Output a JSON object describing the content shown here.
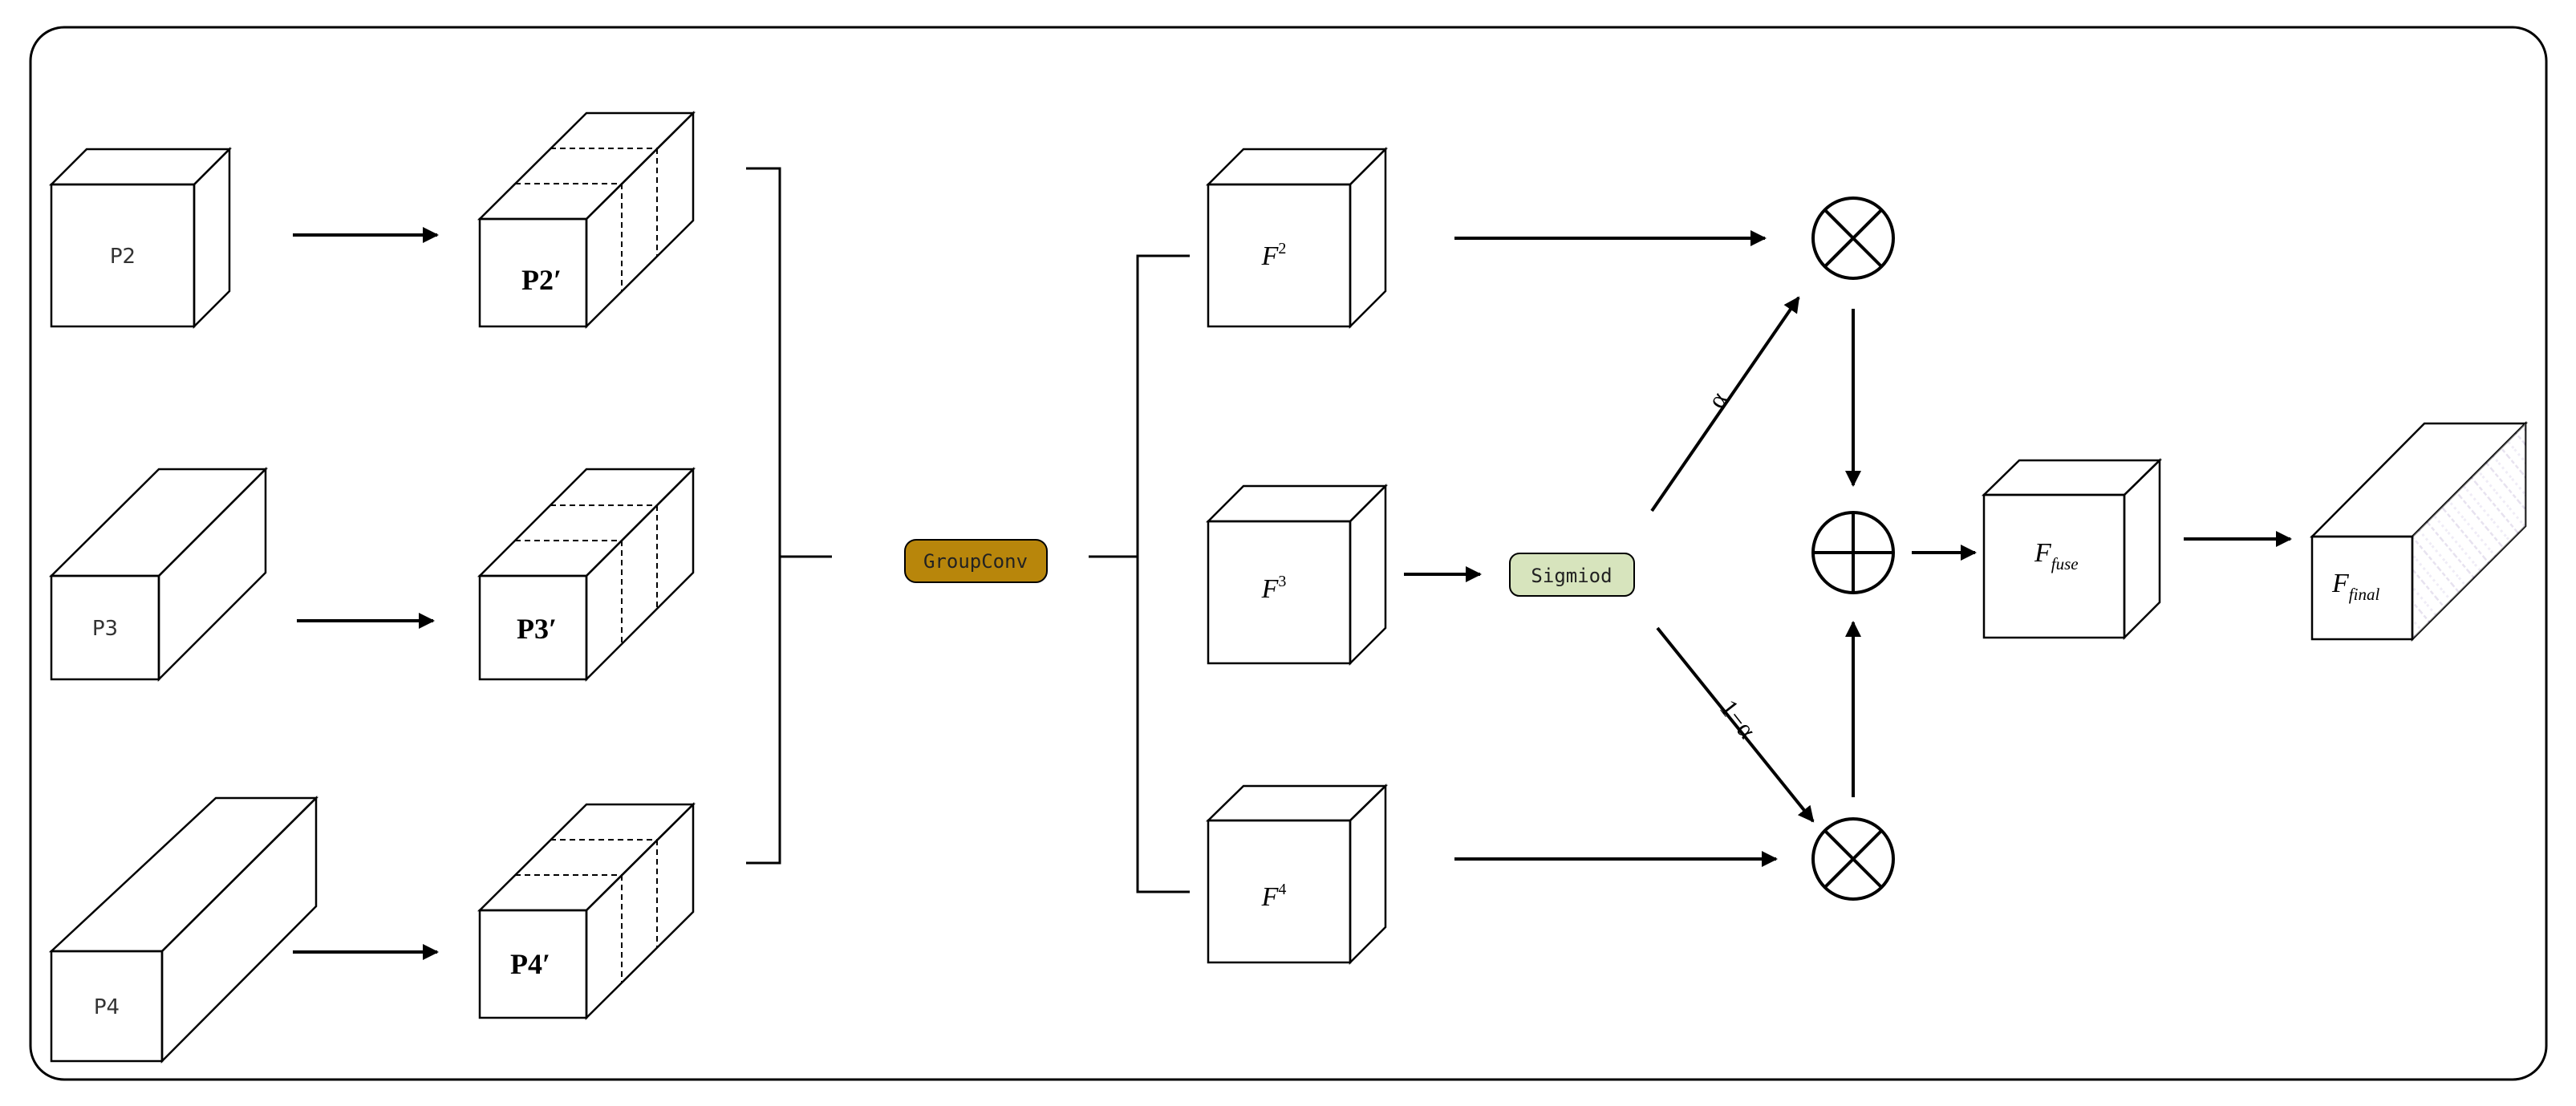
{
  "colors": {
    "green_front": "#c3d69b",
    "green_top": "#d7e4bd",
    "green_side": "#77933c",
    "green_dark_front": "#9bbb59",
    "purple_front": "#ccc1da",
    "purple_top": "#e6e0ec",
    "purple_side": "#b3a2c7",
    "blue_front": "#93cddd",
    "blue_top": "#d2ecf2",
    "blue_side": "#67b9cd",
    "orange_front": "#fcd5b5",
    "orange_top": "#fde9d9",
    "orange_side": "#f7b07f",
    "final_top": "#e6e0ec",
    "final_side": "#9d8ab8",
    "groupconv_fill": "#b8860b",
    "sigmoid_fill": "#d7e4bd"
  },
  "inputs": {
    "p2": "P2",
    "p3": "P3",
    "p4": "P4"
  },
  "processed": {
    "p2": {
      "base": "P2",
      "prime": "′"
    },
    "p3": {
      "base": "P3",
      "prime": "′"
    },
    "p4": {
      "base": "P4",
      "prime": "′"
    }
  },
  "groupconv_label": "GroupConv",
  "features": {
    "f2": {
      "base": "F",
      "sup": "2"
    },
    "f3": {
      "base": "F",
      "sup": "3"
    },
    "f4": {
      "base": "F",
      "sup": "4"
    }
  },
  "sigmoid_label": "Sigmiod",
  "weights": {
    "alpha": "α",
    "one_minus_alpha": "1−α"
  },
  "operators": {
    "multiply_icon": "circled-times",
    "add_icon": "circled-plus"
  },
  "outputs": {
    "fuse": {
      "base": "F",
      "sub": "fuse"
    },
    "final": {
      "base": "F",
      "sub": "final"
    }
  }
}
